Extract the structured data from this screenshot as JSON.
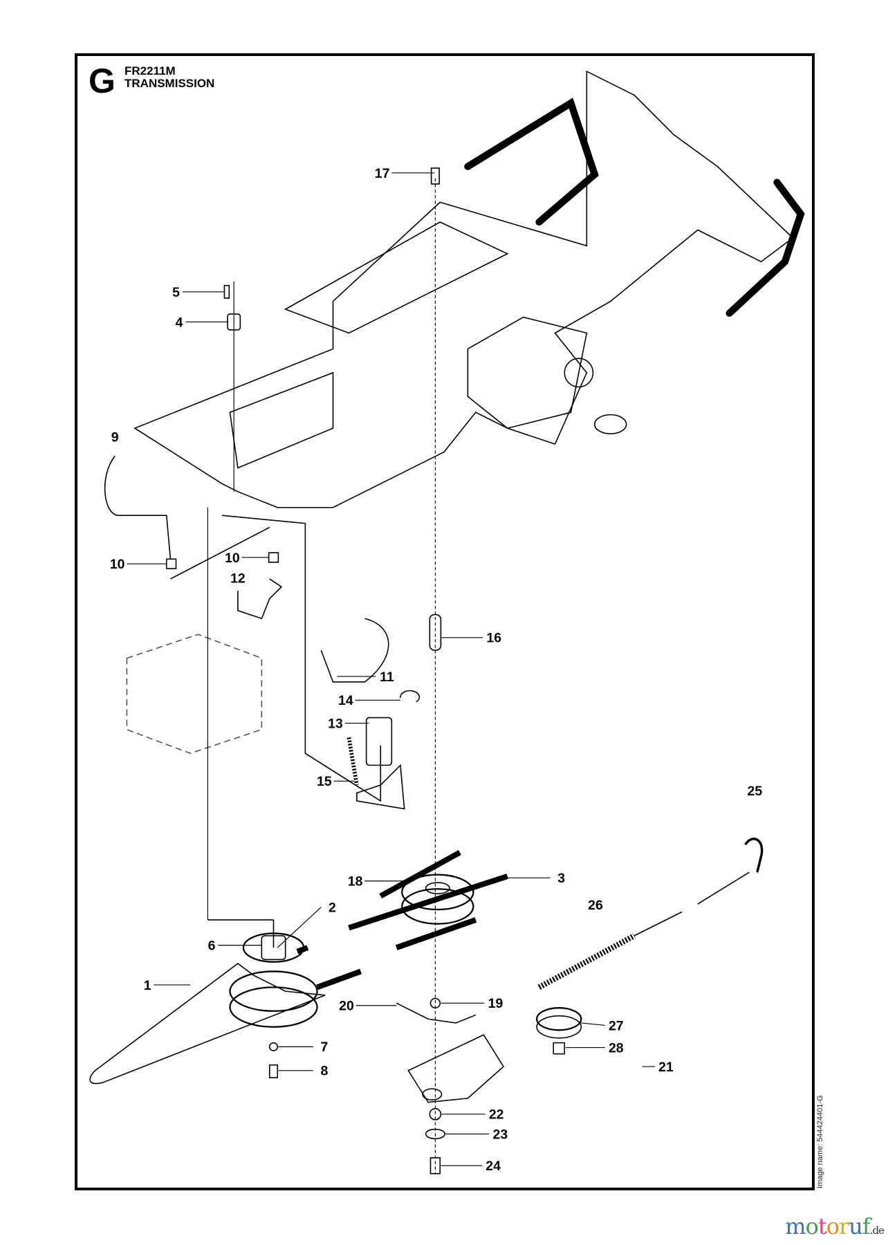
{
  "header": {
    "section_letter": "G",
    "model": "FR2211M",
    "title": "TRANSMISSION"
  },
  "image_name": "Image name: 544424401-G",
  "watermark": {
    "brand": "motoruf",
    "tld": ".de",
    "colors": [
      "#3a6fc4",
      "#3aa04a",
      "#e23c8a",
      "#f08a1a",
      "#e0b000"
    ]
  },
  "callouts": [
    "17",
    "5",
    "4",
    "9",
    "10",
    "10",
    "12",
    "16",
    "11",
    "14",
    "13",
    "15",
    "25",
    "18",
    "3",
    "2",
    "26",
    "6",
    "1",
    "19",
    "20",
    "27",
    "28",
    "21",
    "7",
    "8",
    "22",
    "23",
    "24"
  ]
}
